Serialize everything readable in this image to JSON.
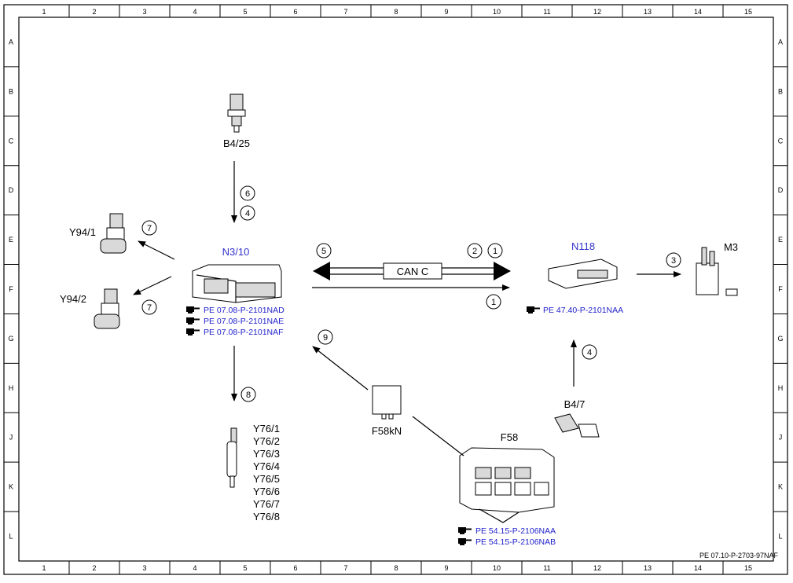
{
  "colors": {
    "line": "#000000",
    "accent_text": "#3333cc",
    "reference_text": "#2222cc"
  },
  "grid": {
    "columns": [
      "1",
      "2",
      "3",
      "4",
      "5",
      "6",
      "7",
      "8",
      "9",
      "10",
      "11",
      "12",
      "13",
      "14",
      "15"
    ],
    "rows": [
      "A",
      "B",
      "C",
      "D",
      "E",
      "F",
      "G",
      "H",
      "J",
      "K",
      "L"
    ]
  },
  "components": {
    "sensor_b4_25": "B4/25",
    "ecu": "N3/10",
    "valve_y94_1": "Y94/1",
    "valve_y94_2": "Y94/2",
    "module": "N118",
    "pump": "M3",
    "sensor_b4_7": "B4/7",
    "relay": "F58kN",
    "fuse_box": "F58",
    "injectors": [
      "Y76/1",
      "Y76/2",
      "Y76/3",
      "Y76/4",
      "Y76/5",
      "Y76/6",
      "Y76/7",
      "Y76/8"
    ]
  },
  "bus_label": "CAN C",
  "references": {
    "ecu": [
      "PE 07.08-P-2101NAD",
      "PE 07.08-P-2101NAE",
      "PE 07.08-P-2101NAF"
    ],
    "module": [
      "PE 47.40-P-2101NAA"
    ],
    "fuse_box": [
      "PE 54.15-P-2106NAA",
      "PE 54.15-P-2106NAB"
    ]
  },
  "signals": {
    "b4_25_upper": "6",
    "b4_25_lower": "4",
    "y94_1": "7",
    "y94_2": "7",
    "can_left": "5",
    "can_right_a": "2",
    "can_right_b": "1",
    "lower_line": "1",
    "pump": "3",
    "b4_7": "4",
    "relay": "9",
    "injectors": "8"
  },
  "footer_code": "PE 07.10-P-2703-97NAF",
  "icons": {
    "reference": "pointing-hand-icon"
  }
}
